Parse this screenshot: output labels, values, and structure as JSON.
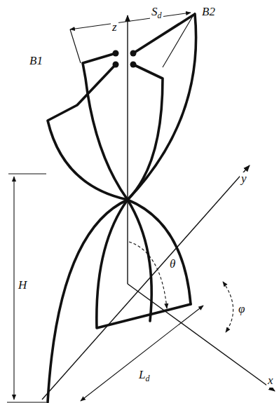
{
  "diagram": {
    "labels": [
      "Sd",
      "B1",
      "B2",
      "z",
      "H",
      "θ",
      "y",
      "φ",
      "Ld",
      "x"
    ]
  }
}
